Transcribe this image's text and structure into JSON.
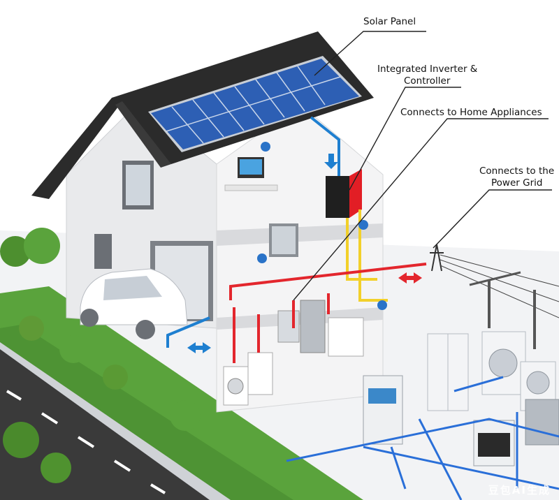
{
  "labels": {
    "solar_panel": "Solar Panel",
    "inverter_line1": "Integrated Inverter &",
    "inverter_line2": "Controller",
    "appliances": "Connects to Home Appliances",
    "grid_line1": "Connects to the",
    "grid_line2": "Power Grid"
  },
  "watermark": "豆包AI生成",
  "colors": {
    "ac_line": "#e3262d",
    "dc_line": "#f2d02a",
    "solar_line": "#1e7fd0",
    "ground_line": "#2a6fd8",
    "roof": "#2b2b2b",
    "panel": "#2d5fb4",
    "inverter": "#e21e25",
    "grass": "#5aa33c",
    "road": "#3a3a3a"
  }
}
